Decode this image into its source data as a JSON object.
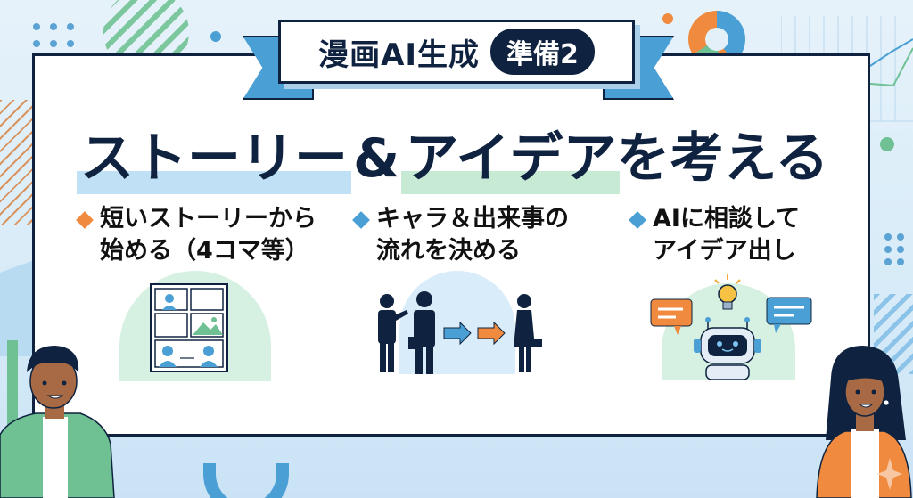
{
  "ribbon": {
    "title": "漫画AI生成",
    "badge": "準備2"
  },
  "headline": {
    "part1": "ストーリー",
    "amp": "&",
    "part2": "アイデア",
    "part3": "を考える"
  },
  "items": [
    {
      "line1": "短いストーリーから",
      "line2": "始める（4コマ等）",
      "bullet_color": "#f08a3e",
      "icon": "comic-panels-icon"
    },
    {
      "line1": "キャラ＆出来事の",
      "line2": "流れを決める",
      "bullet_color": "#4a9fd4",
      "icon": "character-flow-icon"
    },
    {
      "line1": "AIに相談して",
      "line2": "アイデア出し",
      "bullet_color": "#4a9fd4",
      "icon": "ai-robot-icon"
    }
  ],
  "colors": {
    "navy": "#0f2340",
    "blue": "#4a9fd4",
    "orange": "#f08a3e",
    "green": "#6fc092"
  }
}
